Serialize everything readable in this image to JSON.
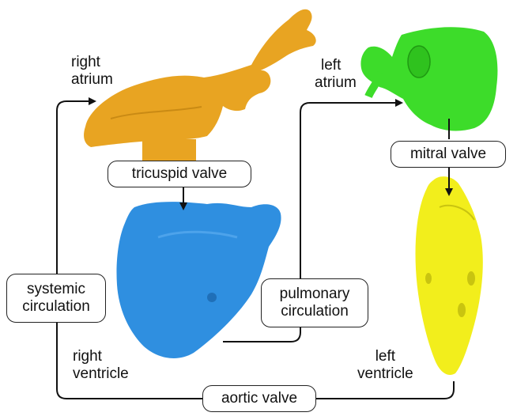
{
  "labels": {
    "right_atrium": [
      "right",
      "atrium"
    ],
    "left_atrium": [
      "left",
      "atrium"
    ],
    "right_ventricle": [
      "right",
      "ventricle"
    ],
    "left_ventricle": [
      "left",
      "ventricle"
    ]
  },
  "boxes": {
    "tricuspid_valve": "tricuspid valve",
    "mitral_valve": "mitral valve",
    "systemic_circulation": [
      "systemic",
      "circulation"
    ],
    "pulmonary_circulation": [
      "pulmonary",
      "circulation"
    ],
    "aortic_valve": "aortic valve"
  },
  "colors": {
    "right_atrium": "#E8A422",
    "left_atrium": "#3DDC2A",
    "right_ventricle": "#2F8FE0",
    "left_ventricle": "#F2EE1C",
    "arrow": "#111111"
  }
}
